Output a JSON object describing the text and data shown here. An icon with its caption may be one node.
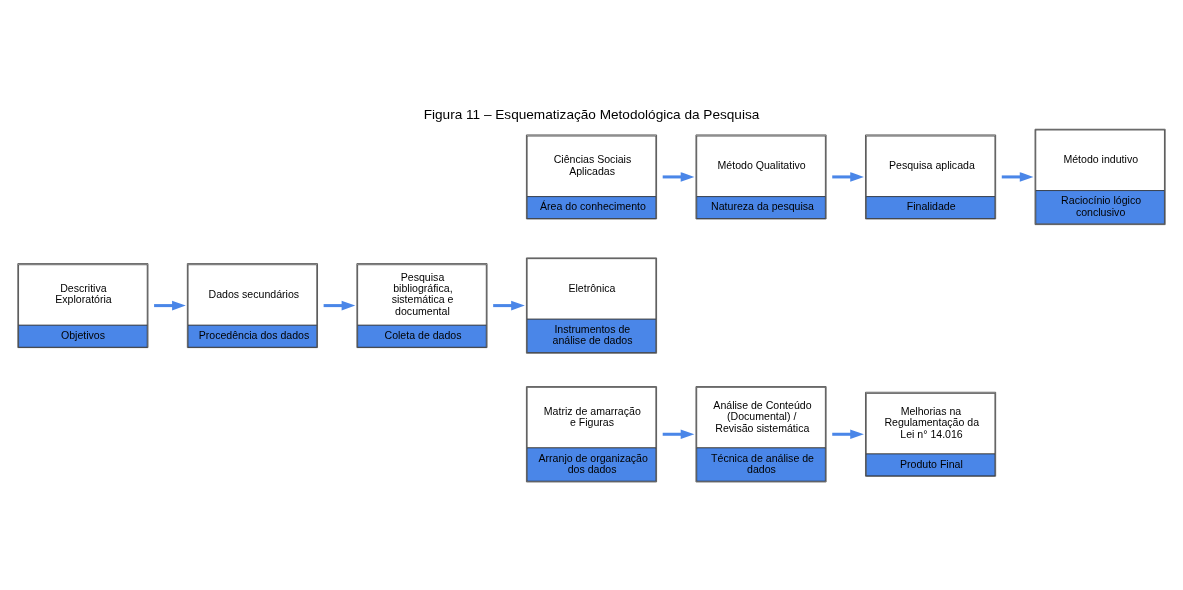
{
  "diagram": {
    "title": "Figura 11 – Esquematização Metodológica da Pesquisa",
    "nodes": [
      {
        "text": [
          "Ciências Sociais Aplicadas",
          "Área do conhecimento"
        ]
      },
      {
        "text": [
          "Método Qualitativo",
          "Natureza da pesquisa"
        ]
      },
      {
        "text": [
          "Pesquisa aplicada",
          "Finalidade"
        ]
      },
      {
        "text": [
          "Método indutivo",
          "Raciocínio lógico conclusivo"
        ]
      },
      {
        "text": [
          "Eletrônica",
          "Instrumentos de análise de dados"
        ]
      },
      {
        "text": [
          "Pesquisa bibliográfica, sistemática e documental",
          "Coleta de dados"
        ]
      },
      {
        "text": [
          "Dados secundários",
          "Procedência dos dados"
        ]
      },
      {
        "text": [
          "Descritiva Exploratória",
          "Objetivos"
        ]
      },
      {
        "text": [
          "Matriz de amarração e Figuras",
          "Arranjo de organização dos dados"
        ]
      },
      {
        "text": [
          "Análise de Conteúdo (Documental) / Revisão sistemática",
          "Técnica de análise de dados"
        ]
      },
      {
        "text": [
          "Melhorias na Regulamentação da Lei n° 14.016",
          "Produto Final"
        ]
      }
    ],
    "edges": [
      {
        "from": 0,
        "to": 1,
        "arrow": "to"
      },
      {
        "from": 1,
        "to": 2,
        "arrow": "to"
      },
      {
        "from": 2,
        "to": 3,
        "arrow": "to"
      },
      {
        "from": 7,
        "to": 6,
        "arrow": "to"
      },
      {
        "from": 6,
        "to": 5,
        "arrow": "to"
      },
      {
        "from": 5,
        "to": 4,
        "arrow": "to"
      },
      {
        "from": 8,
        "to": 9,
        "arrow": "to"
      },
      {
        "from": 9,
        "to": 10,
        "arrow": "to"
      }
    ]
  }
}
